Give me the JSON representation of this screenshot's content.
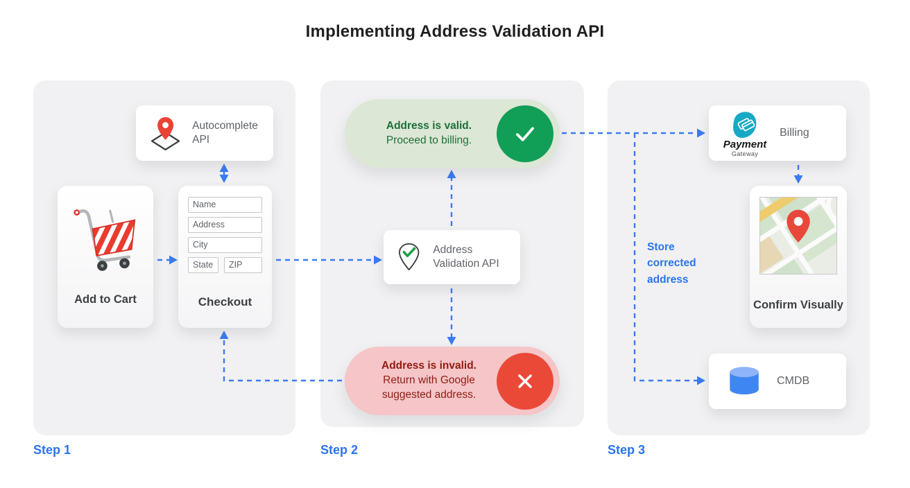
{
  "title": "Implementing Address Validation API",
  "colors": {
    "arrow_blue": "#3a7bf2",
    "step_label_blue": "#2b74ee",
    "valid_circle_green": "#119e57",
    "valid_pill_bg": "#dce7d5",
    "valid_text_green": "#1e6e3a",
    "invalid_circle_red": "#ea4938",
    "invalid_pill_bg": "#f5c5c8",
    "invalid_text_red": "#8f1c12",
    "pin_red": "#ea4335",
    "payment_logo_teal": "#17a9c4",
    "cmdb_blue": "#3e86f2",
    "panel_bg": "#f1f1f3"
  },
  "step1": {
    "label": "Step 1",
    "autocomplete": {
      "label": "Autocomplete API",
      "icon": "map-diamond-pin-icon"
    },
    "add_to_cart": {
      "label": "Add to Cart",
      "icon": "shopping-cart-icon"
    },
    "checkout": {
      "label": "Checkout",
      "fields": {
        "name": "Name",
        "address": "Address",
        "city": "City",
        "state": "State",
        "zip": "ZIP"
      }
    }
  },
  "step2": {
    "label": "Step 2",
    "valid": {
      "title": "Address is valid.",
      "subtitle": "Proceed to billing.",
      "icon": "checkmark-icon"
    },
    "validation_api": {
      "label": "Address Validation API",
      "icon": "pin-check-icon"
    },
    "invalid": {
      "title": "Address is invalid.",
      "subtitle": "Return with Google suggested address.",
      "icon": "x-icon"
    }
  },
  "step3": {
    "label": "Step 3",
    "billing": {
      "label": "Billing",
      "logo_title": "Payment",
      "logo_subtitle": "Gateway",
      "icon": "payment-gateway-logo"
    },
    "confirm": {
      "label": "Confirm Visually",
      "icon": "map-thumbnail"
    },
    "cmdb": {
      "label": "CMDB",
      "icon": "database-cylinder-icon"
    },
    "store_note": "Store corrected address"
  }
}
